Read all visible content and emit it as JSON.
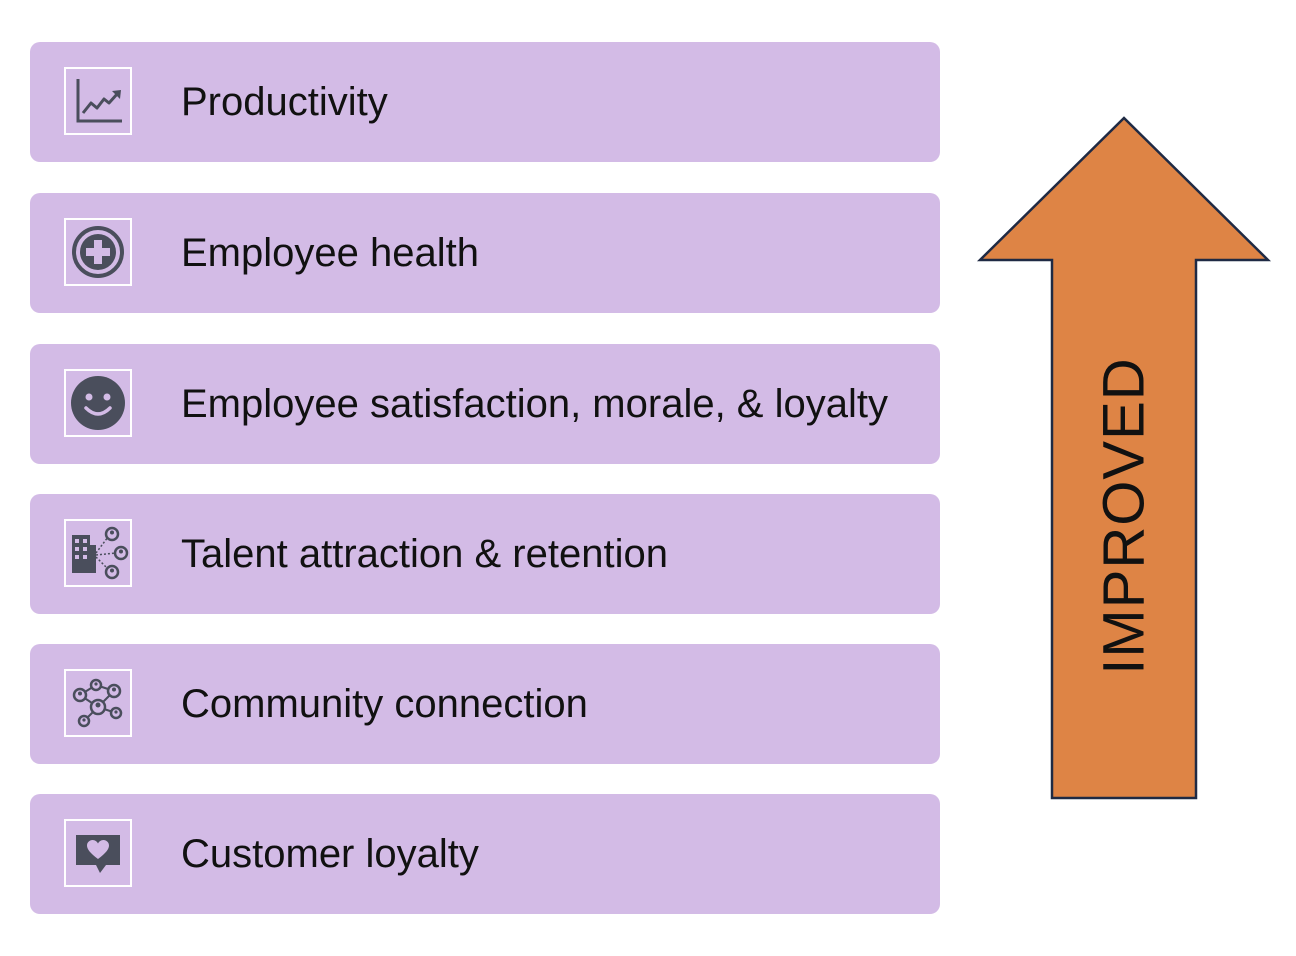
{
  "items": [
    {
      "label": "Productivity",
      "icon": "line-chart-icon"
    },
    {
      "label": "Employee health",
      "icon": "medical-plus-icon"
    },
    {
      "label": "Employee satisfaction, morale, & loyalty",
      "icon": "smiley-face-icon"
    },
    {
      "label": "Talent attraction & retention",
      "icon": "building-people-icon"
    },
    {
      "label": "Community connection",
      "icon": "network-people-icon"
    },
    {
      "label": "Customer loyalty",
      "icon": "heart-message-icon"
    }
  ],
  "arrow": {
    "label": "IMPROVED",
    "color": "#de8445",
    "outline": "#1f2a44"
  },
  "colors": {
    "item_bg": "#d3bbe6",
    "icon_fg": "#4a4e5c"
  }
}
